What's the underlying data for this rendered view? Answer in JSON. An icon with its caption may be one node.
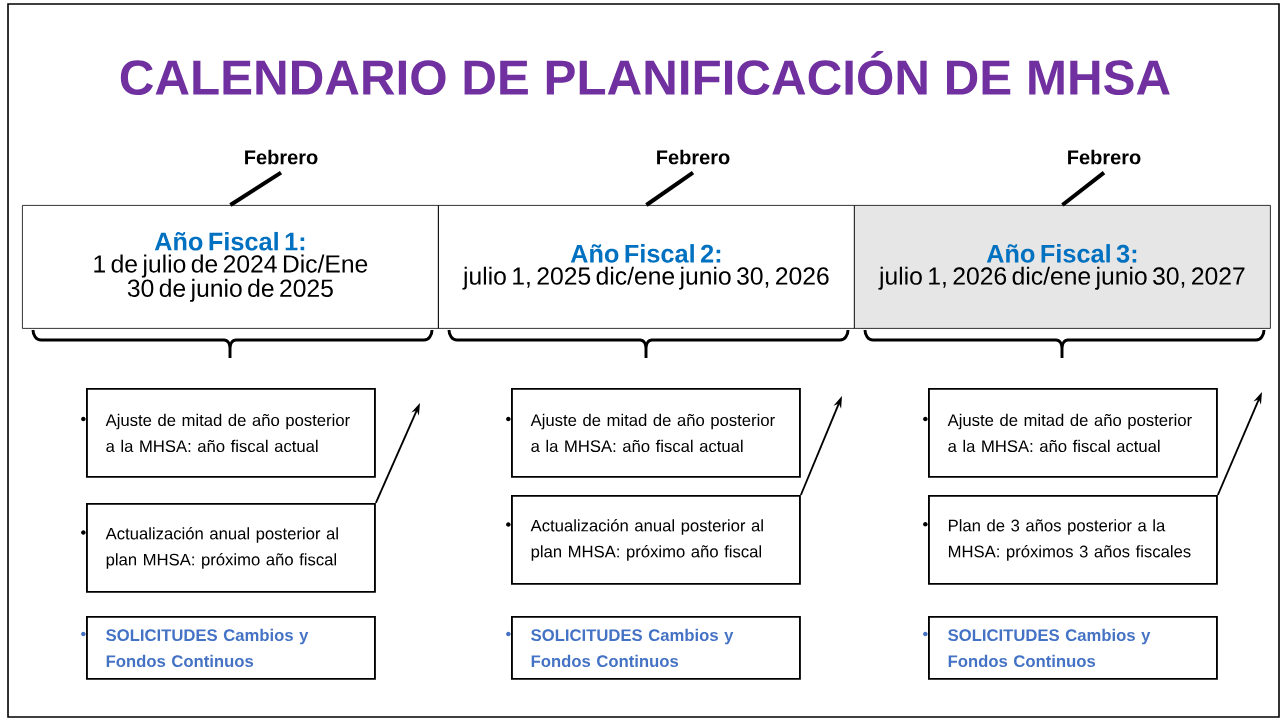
{
  "diagram": {
    "title": "CALENDARIO DE PLANIFICACIÓN DE MHSA",
    "nodes": [
      {
        "text": [
          "Febrero"
        ]
      },
      {
        "text": [
          "Febrero"
        ]
      },
      {
        "text": [
          "Febrero"
        ]
      },
      {
        "text": [
          "Año Fiscal 1:",
          "1 de julio de 2024 Dic/Ene 30 de junio de 2025"
        ]
      },
      {
        "text": [
          "Año Fiscal 2:",
          "julio 1, 2025 dic/ene junio 30, 2026"
        ]
      },
      {
        "text": [
          "Año Fiscal 3:",
          "julio 1, 2026 dic/ene junio 30, 2027"
        ]
      },
      {
        "text": [
          "Ajuste de mitad de año posterior a la MHSA: año fiscal actual"
        ]
      },
      {
        "text": [
          "Actualización anual posterior al plan MHSA: próximo año fiscal"
        ]
      },
      {
        "text": [
          "SOLICITUDES Cambios y Fondos Continuos"
        ]
      },
      {
        "text": [
          "Ajuste de mitad de año posterior a la MHSA: año fiscal actual"
        ]
      },
      {
        "text": [
          "Actualización anual posterior al plan MHSA: próximo año fiscal"
        ]
      },
      {
        "text": [
          "SOLICITUDES Cambios y Fondos Continuos"
        ]
      },
      {
        "text": [
          "Ajuste de mitad de año posterior a la MHSA: año fiscal actual"
        ]
      },
      {
        "text": [
          "Plan de 3 años posterior a la MHSA: próximos 3 años fiscales"
        ]
      },
      {
        "text": [
          "SOLICITUDES Cambios y Fondos Continuos"
        ]
      }
    ],
    "edges": [
      {
        "from": 0,
        "to": 3,
        "arrow": "none",
        "style": "thick"
      },
      {
        "from": 1,
        "to": 4,
        "arrow": "none",
        "style": "thick"
      },
      {
        "from": 2,
        "to": 5,
        "arrow": "none",
        "style": "thick"
      },
      {
        "from": 7,
        "to": null,
        "arrow": "to"
      },
      {
        "from": 10,
        "to": null,
        "arrow": "to"
      },
      {
        "from": 13,
        "to": null,
        "arrow": "to"
      }
    ]
  }
}
